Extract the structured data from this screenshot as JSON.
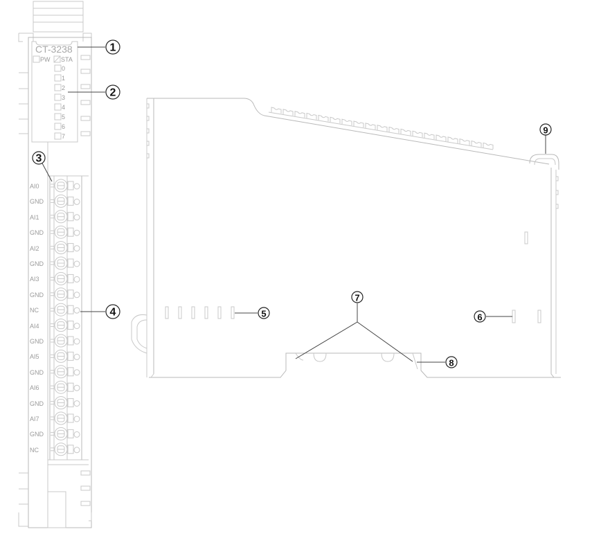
{
  "diagram": {
    "type": "technical-drawing",
    "description": "I/O module front view and side view with numbered callouts",
    "front_view": {
      "model": "CT-3238",
      "status_leds": [
        {
          "label": "PW"
        },
        {
          "label": "STA"
        }
      ],
      "channel_leds": [
        "0",
        "1",
        "2",
        "3",
        "4",
        "5",
        "6",
        "7"
      ],
      "terminal_labels": [
        "AI0",
        "GND",
        "AI1",
        "GND",
        "AI2",
        "GND",
        "AI3",
        "GND",
        "NC",
        "AI4",
        "GND",
        "AI5",
        "GND",
        "AI6",
        "GND",
        "AI7",
        "GND",
        "NC"
      ]
    },
    "callouts": [
      {
        "id": "1",
        "label": "1",
        "target": "model-label"
      },
      {
        "id": "2",
        "label": "2",
        "target": "channel-leds"
      },
      {
        "id": "3",
        "label": "3",
        "target": "terminal-release"
      },
      {
        "id": "4",
        "label": "4",
        "target": "terminal-hole"
      },
      {
        "id": "5",
        "label": "5",
        "target": "side-vents"
      },
      {
        "id": "6",
        "label": "6",
        "target": "side-slot"
      },
      {
        "id": "7",
        "label": "7",
        "target": "rail-clips"
      },
      {
        "id": "8",
        "label": "8",
        "target": "rail-latch"
      },
      {
        "id": "9",
        "label": "9",
        "target": "top-handle"
      }
    ]
  }
}
